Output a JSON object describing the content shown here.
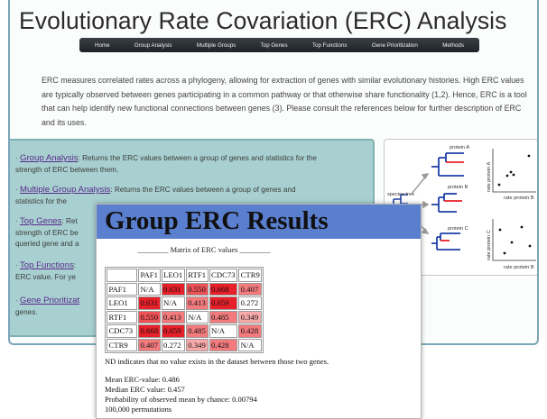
{
  "site": {
    "title": "Evolutionary Rate Covariation (ERC) Analysis",
    "nav": [
      "Home",
      "Group Analysis",
      "Multiple Groups",
      "Top Genes",
      "Top Functions",
      "Gene Prioritization",
      "Methods"
    ],
    "intro": "ERC measures correlated rates across a phylogeny, allowing for extraction of genes with similar evolutionary histories. High ERC values are typically observed between genes participating in a common pathway or that otherwise share functionality (1,2). Hence, ERC is a tool that can help identify new functional connections between genes (3). Please consult the references below for further description of ERC and its uses.",
    "links": [
      {
        "name": "Group Analysis",
        "line1": ": Returns the ERC values between a group of genes and statistics for the",
        "line2": "strength of ERC between them."
      },
      {
        "name": "Multiple Group Analysis",
        "line1": ": Returns the ERC values between a group of genes and",
        "line2": "statistics for the"
      },
      {
        "name": "Top Genes",
        "line1": ": Ret",
        "line2": "strength of ERC be",
        "line3": "queried gene and a"
      },
      {
        "name": "Top Functions",
        "line1": ":",
        "line2": "ERC value. For ye"
      },
      {
        "name": "Gene Prioritizat",
        "line1": "",
        "line2": "genes."
      }
    ]
  },
  "diagram": {
    "species_tree": "species tree",
    "protein_a": "protein A",
    "protein_b": "protein B",
    "protein_c": "protein C",
    "y_label_a": "rate protein A",
    "y_label_c": "rate protein C",
    "x_label_b": "rate protein B",
    "colors": {
      "red": "#e8202a",
      "blue": "#1e3fa8",
      "gray": "#9a9a9a"
    }
  },
  "results": {
    "title": "Group ERC Results",
    "matrix_caption": "________ Matrix of ERC values ________",
    "columns": [
      "PAF1",
      "LEO1",
      "RTF1",
      "CDC73",
      "CTR9"
    ],
    "rows": [
      {
        "gene": "PAF1",
        "values": [
          "N/A",
          "0.631",
          "0.550",
          "0.668",
          "0.407"
        ]
      },
      {
        "gene": "LEO1",
        "values": [
          "0.631",
          "N/A",
          "0.413",
          "0.659",
          "0.272"
        ]
      },
      {
        "gene": "RTF1",
        "values": [
          "0.550",
          "0.413",
          "N/A",
          "0.485",
          "0.349"
        ]
      },
      {
        "gene": "CDC73",
        "values": [
          "0.668",
          "0.659",
          "0.485",
          "N/A",
          "0.428"
        ]
      },
      {
        "gene": "CTR9",
        "values": [
          "0.407",
          "0.272",
          "0.349",
          "0.428",
          "N/A"
        ]
      }
    ],
    "nd_note": "ND indicates that no value exists in the dataset between those two genes.",
    "mean": "Mean ERC-value: 0.486",
    "median": "Median ERC value: 0.457",
    "probability": "Probability of observed mean by chance: 0.00794",
    "permutations": "100,000 permutations"
  }
}
